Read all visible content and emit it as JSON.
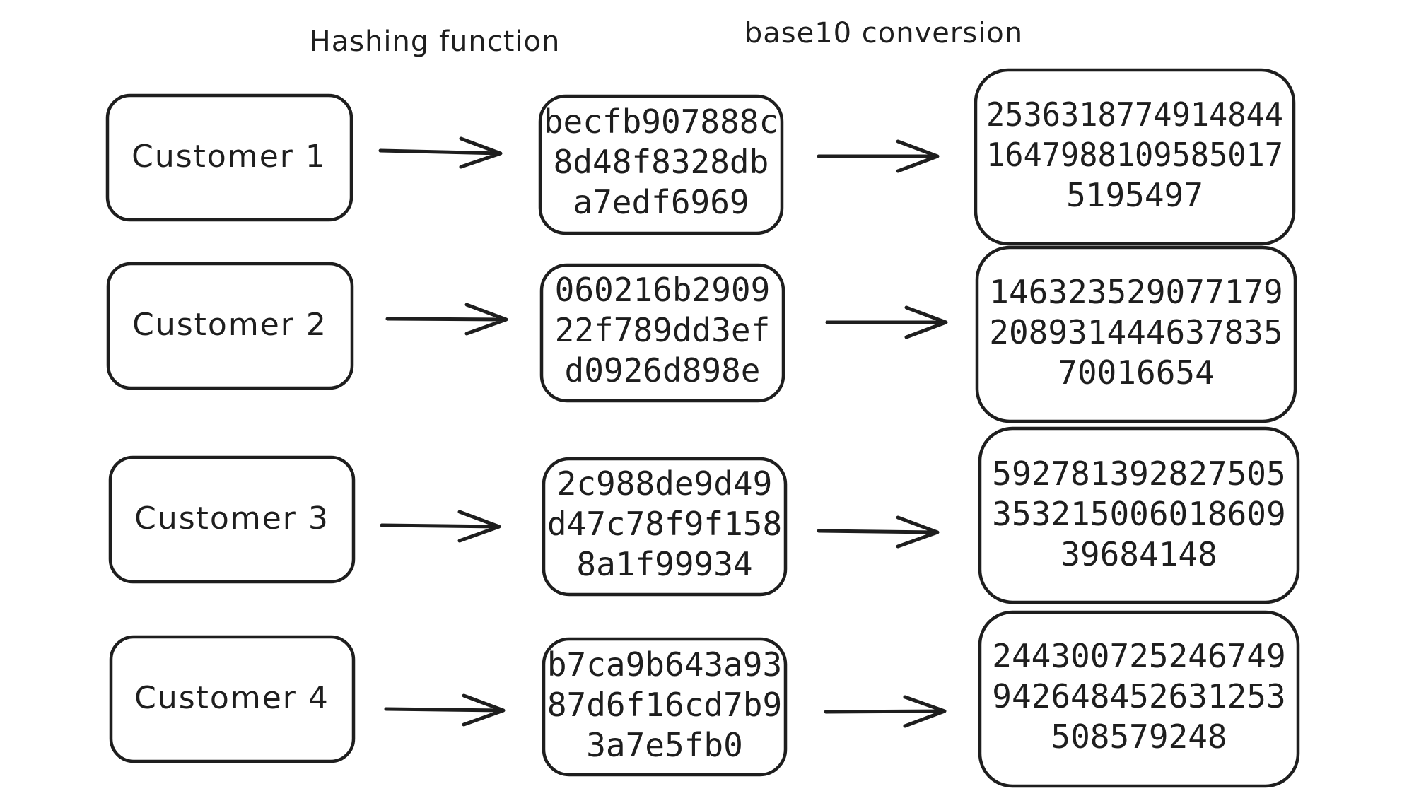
{
  "headers": {
    "hashing": "Hashing function",
    "base10": "base10 conversion"
  },
  "rows": [
    {
      "customer": "Customer 1",
      "hash": [
        "becfb907888c",
        "8d48f8328db",
        "a7edf6969"
      ],
      "base10": [
        "2536318774914844",
        "1647988109585017",
        "5195497"
      ]
    },
    {
      "customer": "Customer 2",
      "hash": [
        "060216b2909",
        "22f789dd3ef",
        "d0926d898e"
      ],
      "base10": [
        "146323529077179",
        "208931444637835",
        "70016654"
      ]
    },
    {
      "customer": "Customer 3",
      "hash": [
        "2c988de9d49",
        "d47c78f9f158",
        "8a1f99934"
      ],
      "base10": [
        "592781392827505",
        "353215006018609",
        "39684148"
      ]
    },
    {
      "customer": "Customer 4",
      "hash": [
        "b7ca9b643a93",
        "87d6f16cd7b9",
        "3a7e5fb0"
      ],
      "base10": [
        "244300725246749",
        "942648452631253",
        "508579248"
      ]
    }
  ],
  "colors": {
    "stroke": "#1e1e1e",
    "background": "#ffffff"
  }
}
